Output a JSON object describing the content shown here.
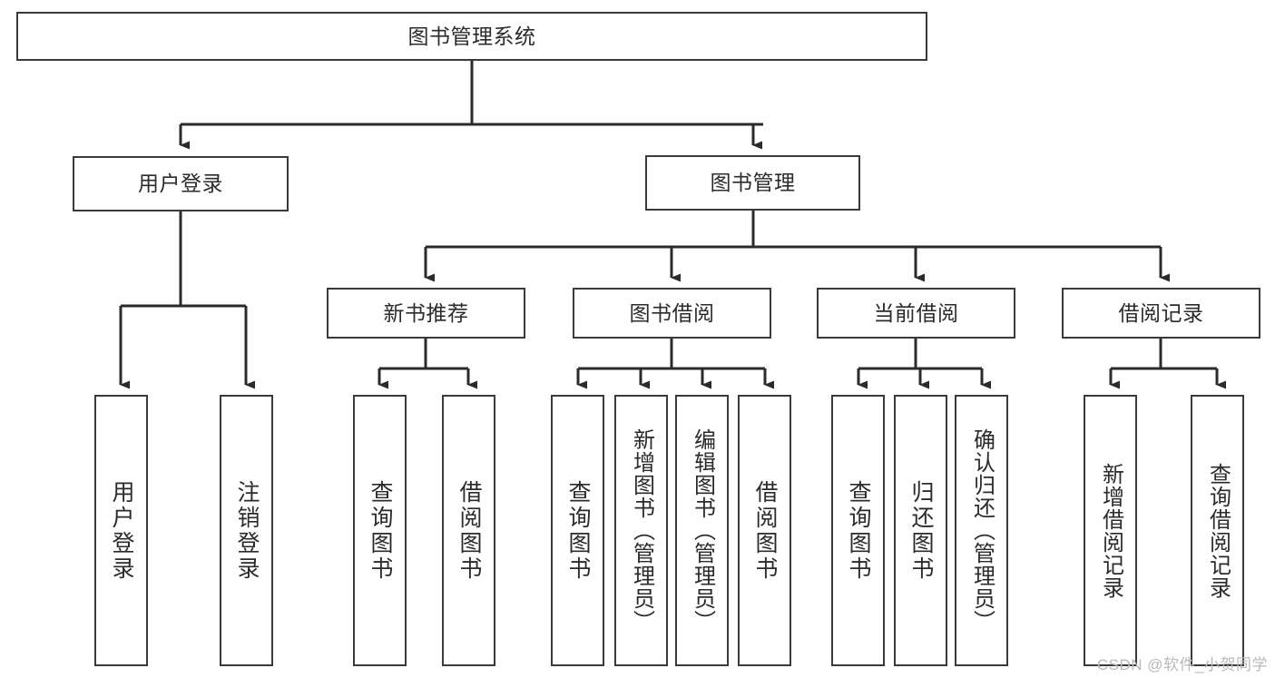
{
  "diagram": {
    "title": "图书管理系统",
    "type": "tree-hierarchy-chart",
    "root": {
      "id": "root",
      "label": "图书管理系统"
    },
    "level1": [
      {
        "id": "user-login",
        "label": "用户登录"
      },
      {
        "id": "book-manage",
        "label": "图书管理"
      }
    ],
    "level2": [
      {
        "id": "new-book-recommend",
        "label": "新书推荐",
        "parent": "book-manage"
      },
      {
        "id": "book-borrow",
        "label": "图书借阅",
        "parent": "book-manage"
      },
      {
        "id": "current-borrow",
        "label": "当前借阅",
        "parent": "book-manage"
      },
      {
        "id": "borrow-record",
        "label": "借阅记录",
        "parent": "book-manage"
      }
    ],
    "leaves": [
      {
        "id": "leaf-user-login",
        "label": "用户登录",
        "parent": "user-login"
      },
      {
        "id": "leaf-logout",
        "label": "注销登录",
        "parent": "user-login"
      },
      {
        "id": "leaf-query-book-1",
        "label": "查询图书",
        "parent": "new-book-recommend"
      },
      {
        "id": "leaf-borrow-book-1",
        "label": "借阅图书",
        "parent": "new-book-recommend"
      },
      {
        "id": "leaf-query-book-2",
        "label": "查询图书",
        "parent": "book-borrow"
      },
      {
        "id": "leaf-add-book",
        "label": "新增图书（管理员）",
        "parent": "book-borrow"
      },
      {
        "id": "leaf-edit-book",
        "label": "编辑图书（管理员）",
        "parent": "book-borrow"
      },
      {
        "id": "leaf-borrow-book-2",
        "label": "借阅图书",
        "parent": "book-borrow"
      },
      {
        "id": "leaf-query-book-3",
        "label": "查询图书",
        "parent": "current-borrow"
      },
      {
        "id": "leaf-return-book",
        "label": "归还图书",
        "parent": "current-borrow"
      },
      {
        "id": "leaf-confirm-return",
        "label": "确认归还（管理员）",
        "parent": "current-borrow"
      },
      {
        "id": "leaf-add-record",
        "label": "新增借阅记录",
        "parent": "borrow-record"
      },
      {
        "id": "leaf-query-record",
        "label": "查询借阅记录",
        "parent": "borrow-record"
      }
    ],
    "colors": {
      "box_border": "#3a3a3a",
      "box_fill": "#ffffff",
      "edge": "#2b2b2b",
      "text": "#2b2b2b",
      "background": "#ffffff",
      "watermark": "#b9b9b9"
    }
  },
  "watermark": {
    "text": "CSDN @软件_小贺同学"
  }
}
